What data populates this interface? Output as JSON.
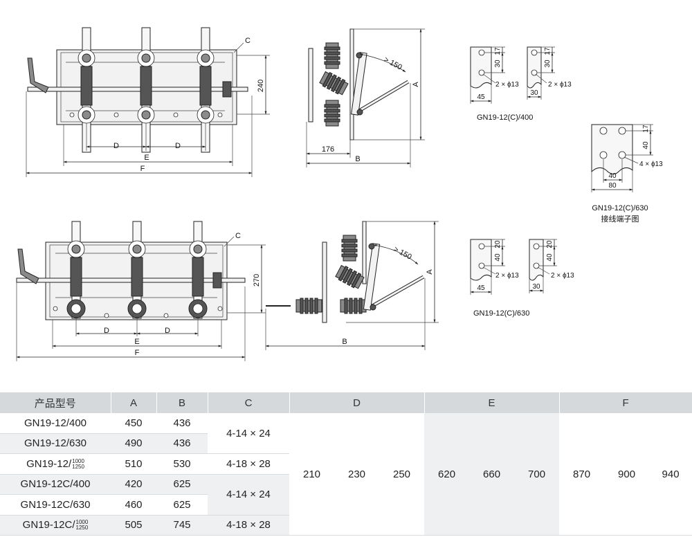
{
  "drawings": {
    "top_front": {
      "C": "C",
      "dim240": "240",
      "D": "D",
      "E": "E",
      "F": "F"
    },
    "top_side": {
      "A": "A",
      "B": "B",
      "dim176": "176",
      "angle": "> 150"
    },
    "bottom_front": {
      "C": "C",
      "dim270": "270",
      "D": "D",
      "E": "E",
      "F": "F"
    },
    "bottom_side": {
      "A": "A",
      "B": "B",
      "angle": "> 150"
    },
    "terminals": {
      "gn400_left": {
        "d17": "17",
        "d30": "30",
        "d45": "45",
        "holes": "2 × ϕ13"
      },
      "gn400_right": {
        "d17": "17",
        "d30v": "30",
        "d30": "30",
        "holes": "2 × ϕ13"
      },
      "gn400_caption": "GN19-12(C)/400",
      "gn630_big": {
        "d17": "17",
        "d40v": "40",
        "d40": "40",
        "d80": "80",
        "holes": "4 × ϕ13"
      },
      "gn630_big_caption_1": "GN19-12(C)/630",
      "gn630_big_caption_2": "接线端子图",
      "gn630_left": {
        "d20": "20",
        "d40": "40",
        "d45": "45",
        "holes": "2 × ϕ13"
      },
      "gn630_right": {
        "d20": "20",
        "d40": "40",
        "d30": "30",
        "holes": "2 × ϕ13"
      },
      "gn630_caption": "GN19-12(C)/630"
    }
  },
  "table": {
    "headers": [
      "产品型号",
      "A",
      "B",
      "C",
      "D",
      "E",
      "F"
    ],
    "rows": [
      {
        "model": "GN19-12/400",
        "model_frac_top": "",
        "model_frac_bottom": "",
        "A": "450",
        "B": "436"
      },
      {
        "model": "GN19-12/630",
        "model_frac_top": "",
        "model_frac_bottom": "",
        "A": "490",
        "B": "436"
      },
      {
        "model": "GN19-12/",
        "model_frac_top": "1000",
        "model_frac_bottom": "1250",
        "A": "510",
        "B": "530"
      },
      {
        "model": "GN19-12C/400",
        "model_frac_top": "",
        "model_frac_bottom": "",
        "A": "420",
        "B": "625"
      },
      {
        "model": "GN19-12C/630",
        "model_frac_top": "",
        "model_frac_bottom": "",
        "A": "460",
        "B": "625"
      },
      {
        "model": "GN19-12C/",
        "model_frac_top": "1000",
        "model_frac_bottom": "1250",
        "A": "505",
        "B": "745"
      }
    ],
    "C_values": [
      "4-14 × 24",
      "4-18 × 28",
      "4-14 × 24",
      "4-18 × 28"
    ],
    "D_values": [
      "210",
      "230",
      "250"
    ],
    "E_values": [
      "620",
      "660",
      "700"
    ],
    "F_values": [
      "870",
      "900",
      "940"
    ]
  }
}
